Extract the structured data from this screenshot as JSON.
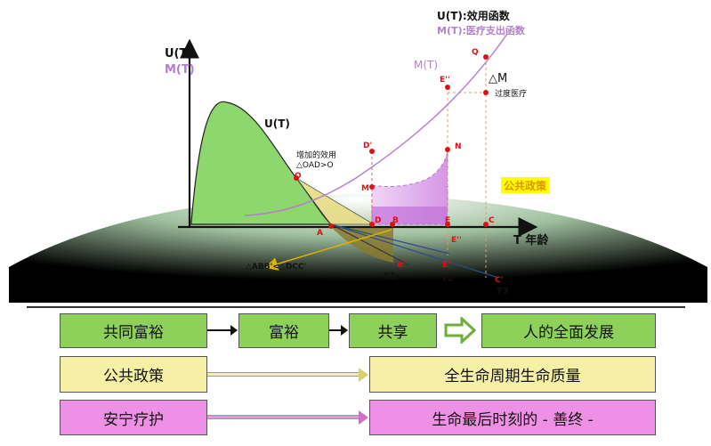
{
  "legend": {
    "u_label": "U(T):效用函数",
    "m_label": "M(T):医疗支出函数"
  },
  "axes": {
    "y_u": "U(T)",
    "y_m": "M(T)",
    "x": "T 年龄"
  },
  "curves": {
    "u_curve": "U(T)",
    "m_curve": "M(T)"
  },
  "annotations": {
    "added_utility_1": "增加的效用",
    "added_utility_2": "△OAD>O",
    "delta_m": "△M",
    "over_treatment": "过度医疗",
    "comparison": "△ABB'<△DCC'",
    "public_policy": "公共政策"
  },
  "points": {
    "Q": "Q",
    "E2top": "E''",
    "D1": "D'",
    "N": "N",
    "M": "M",
    "O": "O",
    "D": "D",
    "B": "B",
    "E": "E",
    "C": "C",
    "A": "A",
    "E2bot": "E''",
    "B1": "B'",
    "E1": "E'",
    "C1": "C'",
    "T1": "T1",
    "T2": "T2",
    "T3": "T3"
  },
  "flow": {
    "row1": [
      "共同富裕",
      "富裕",
      "共享",
      "人的全面发展"
    ],
    "row2": [
      "公共政策",
      "全生命周期生命质量"
    ],
    "row3": [
      "安宁疗护",
      "生命最后时刻的 - 善终 -"
    ]
  },
  "colors": {
    "green_fill": "#8ed15a",
    "yellow_fill": "#f6f0a6",
    "pink_fill": "#ee90e6",
    "u_curve_fill": "#8ed66e",
    "m_curve_line": "#b57fd0",
    "policy_label_bg": "#ffff00",
    "policy_label_text": "#e09000",
    "point_red": "#dd1111"
  }
}
